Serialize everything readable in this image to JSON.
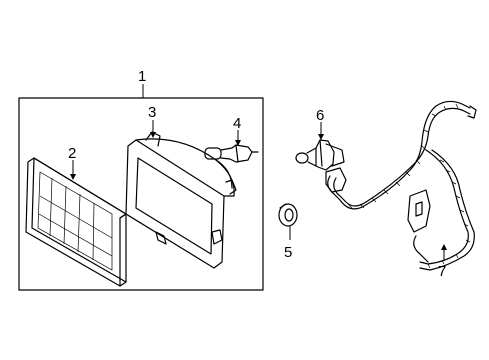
{
  "callouts": {
    "c1": "1",
    "c2": "2",
    "c3": "3",
    "c4": "4",
    "c5": "5",
    "c6": "6",
    "c7": "7"
  },
  "parts": [
    {
      "number": "1",
      "icon": "headlamp-assembly-box"
    },
    {
      "number": "2",
      "icon": "headlamp-lens-icon"
    },
    {
      "number": "3",
      "icon": "headlamp-housing-icon"
    },
    {
      "number": "4",
      "icon": "bulb-icon"
    },
    {
      "number": "5",
      "icon": "retaining-ring-icon"
    },
    {
      "number": "6",
      "icon": "halogen-bulb-icon"
    },
    {
      "number": "7",
      "icon": "wiring-harness-icon"
    }
  ],
  "colors": {
    "stroke": "#000000",
    "background": "#ffffff"
  }
}
